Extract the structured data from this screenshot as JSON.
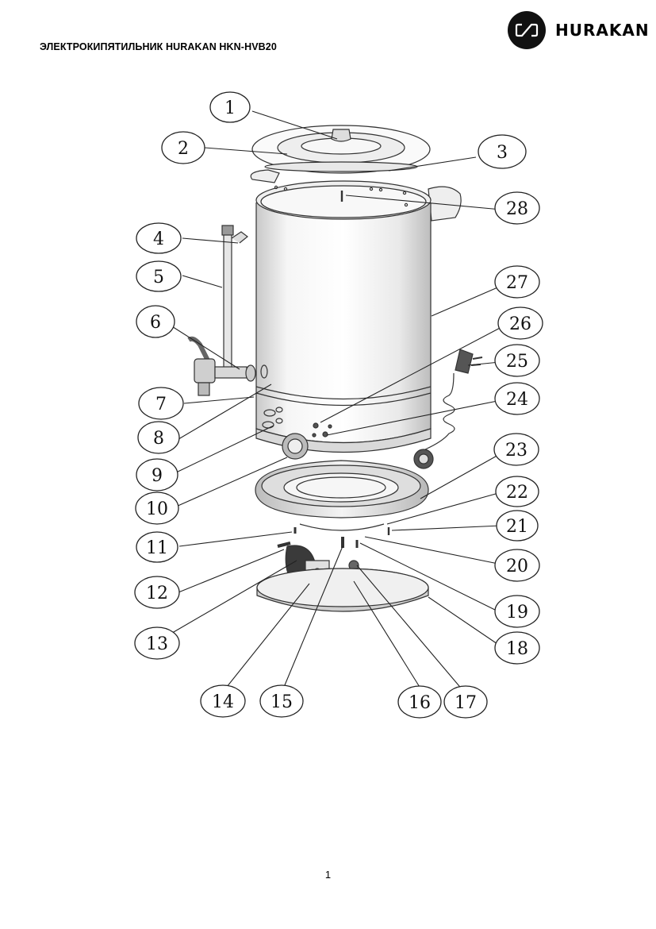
{
  "header": {
    "title": "ЭЛЕКТРОКИПЯТИЛЬНИК HURAKAN HKN-HVB20",
    "brand": "HURAKAN",
    "logo_icon": "brand-loop-icon"
  },
  "diagram": {
    "callouts": [
      "1",
      "2",
      "3",
      "4",
      "5",
      "6",
      "7",
      "8",
      "9",
      "10",
      "11",
      "12",
      "13",
      "14",
      "15",
      "16",
      "17",
      "18",
      "19",
      "20",
      "21",
      "22",
      "23",
      "24",
      "25",
      "26",
      "27",
      "28"
    ]
  },
  "footer": {
    "page_number": "1"
  }
}
